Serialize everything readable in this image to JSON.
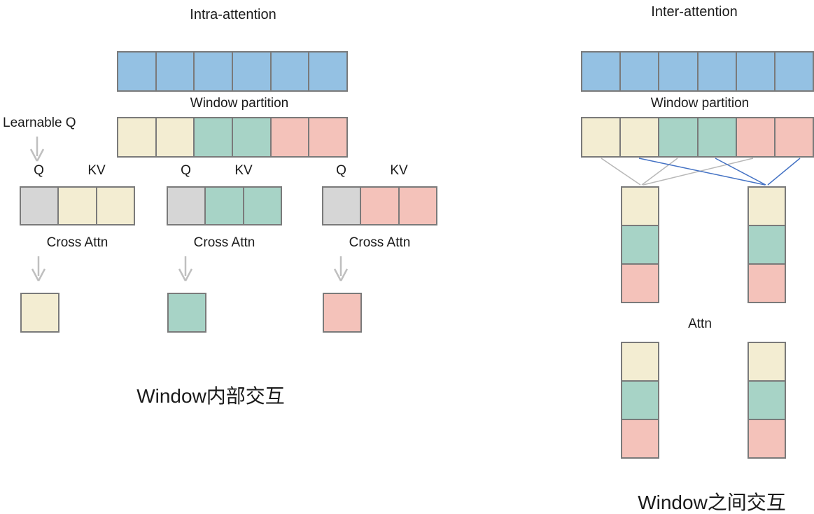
{
  "palette": {
    "blue": "#94C1E3",
    "cream": "#F3EDD2",
    "teal": "#A7D3C6",
    "pink": "#F4C2BA",
    "gray": "#D6D6D6",
    "border": "#7A7A7A",
    "arrow": "#BFBFBF",
    "lineGray": "#B8B8B8",
    "lineBlue": "#4472C4"
  },
  "left": {
    "title": "Intra-attention",
    "top_bar": [
      "blue",
      "blue",
      "blue",
      "blue",
      "blue",
      "blue"
    ],
    "partition_label": "Window partition",
    "partition_bar": [
      "cream",
      "cream",
      "teal",
      "teal",
      "pink",
      "pink"
    ],
    "learnable_q_label": "Learnable Q",
    "groups": [
      {
        "q_label": "Q",
        "kv_label": "KV",
        "row": [
          "gray",
          "cream",
          "cream"
        ],
        "cross_attn_label": "Cross Attn",
        "output": [
          "cream"
        ]
      },
      {
        "q_label": "Q",
        "kv_label": "KV",
        "row": [
          "gray",
          "teal",
          "teal"
        ],
        "cross_attn_label": "Cross Attn",
        "output": [
          "teal"
        ]
      },
      {
        "q_label": "Q",
        "kv_label": "KV",
        "row": [
          "gray",
          "pink",
          "pink"
        ],
        "cross_attn_label": "Cross Attn",
        "output": [
          "pink"
        ]
      }
    ],
    "caption": "Window内部交互"
  },
  "right": {
    "title": "Inter-attention",
    "top_bar": [
      "blue",
      "blue",
      "blue",
      "blue",
      "blue",
      "blue"
    ],
    "partition_label": "Window partition",
    "partition_bar": [
      "cream",
      "cream",
      "teal",
      "teal",
      "pink",
      "pink"
    ],
    "attn_label": "Attn",
    "gathered_columns": [
      [
        "cream",
        "teal",
        "pink"
      ],
      [
        "cream",
        "teal",
        "pink"
      ]
    ],
    "output_columns": [
      [
        "cream",
        "teal",
        "pink"
      ],
      [
        "cream",
        "teal",
        "pink"
      ]
    ],
    "caption": "Window之间交互"
  }
}
